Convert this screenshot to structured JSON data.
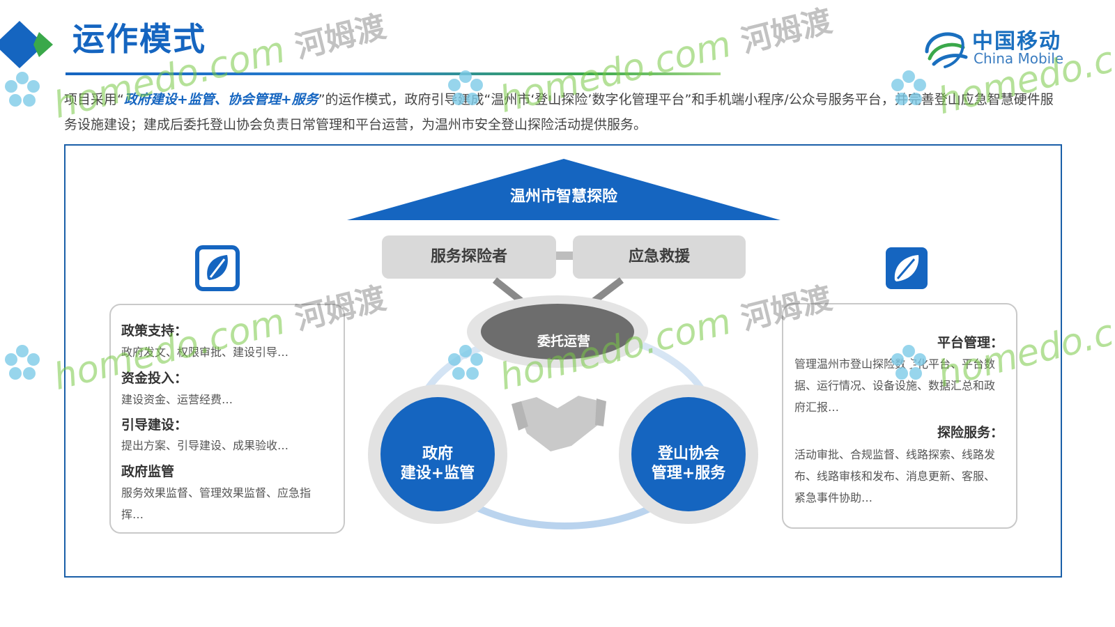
{
  "header": {
    "title": "运作模式",
    "brand_cn": "中国移动",
    "brand_en": "China Mobile"
  },
  "intro": {
    "prefix": "项目采用“",
    "emphasis": "政府建设+监管、协会管理+服务",
    "suffix": "”的运作模式，政府引导建成“温州市‘登山探险’数字化管理平台”和手机端小程序/公众号服务平台，并完善登山应急智慧硬件服务设施建设；建成后委托登山协会负责日常管理和平台运营，为温州市安全登山探险活动提供服务。"
  },
  "diagram": {
    "roof": "温州市智慧探险",
    "pill_left": "服务探险者",
    "pill_right": "应急救援",
    "center": "委托运营",
    "gov": [
      "政府",
      "建设+监管"
    ],
    "assoc": [
      "登山协会",
      "管理+服务"
    ]
  },
  "left_panel": {
    "sections": [
      {
        "title": "政策支持：",
        "text": "政府发文、权限审批、建设引导…"
      },
      {
        "title": "资金投入：",
        "text": "建设资金、运营经费…"
      },
      {
        "title": "引导建设：",
        "text": "提出方案、引导建设、成果验收…"
      },
      {
        "title": "政府监管",
        "text": "服务效果监督、管理效果监督、应急指挥…"
      }
    ]
  },
  "right_panel": {
    "sections": [
      {
        "title": "平台管理：",
        "text": "管理温州市登山探险数字化平台、平台数据、运行情况、设备设施、数据汇总和政府汇报…"
      },
      {
        "title": "探险服务：",
        "text": "活动审批、合规监督、线路探索、线路发布、线路审核和发布、消息更新、客服、紧急事件协助…"
      }
    ]
  },
  "watermark": {
    "latin": "homedo.com",
    "cn": "河姆渡"
  },
  "colors": {
    "primary": "#1565c0",
    "accent_green": "#3aa84a",
    "pill_gray": "#d9d9d9",
    "dark_gray": "#6d6d6d"
  }
}
